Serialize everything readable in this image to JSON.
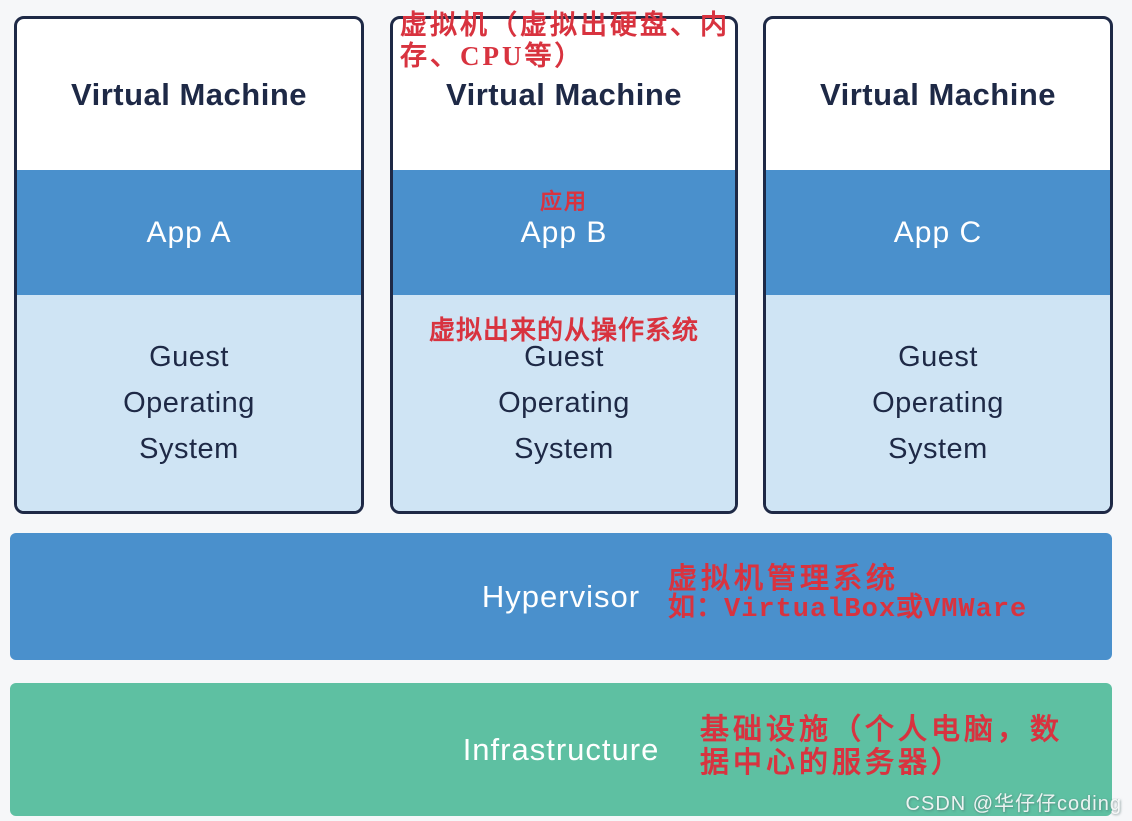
{
  "colors": {
    "bg": "#f6f7f9",
    "navy": "#1e2946",
    "blue": "#4a90cc",
    "lightblue": "#cfe4f4",
    "teal": "#5ec0a2",
    "red": "#d8333f",
    "white": "#ffffff"
  },
  "vms": [
    {
      "title": "Virtual Machine",
      "app": "App A",
      "guest": [
        "Guest",
        "Operating",
        "System"
      ]
    },
    {
      "title": "Virtual Machine",
      "app": "App B",
      "guest": [
        "Guest",
        "Operating",
        "System"
      ]
    },
    {
      "title": "Virtual Machine",
      "app": "App C",
      "guest": [
        "Guest",
        "Operating",
        "System"
      ]
    }
  ],
  "hypervisor": {
    "label": "Hypervisor"
  },
  "infrastructure": {
    "label": "Infrastructure"
  },
  "annotations": {
    "vm_top": "虚拟机（虚拟出硬盘、内存、CPU等）",
    "app": "应用",
    "guest_os": "虚拟出来的从操作系统",
    "hypervisor_line1": "虚拟机管理系统",
    "hypervisor_line2": "如：VirtualBox或VMWare",
    "infrastructure": "基础设施（个人电脑，数据中心的服务器）"
  },
  "watermark": "CSDN @华仔仔coding"
}
